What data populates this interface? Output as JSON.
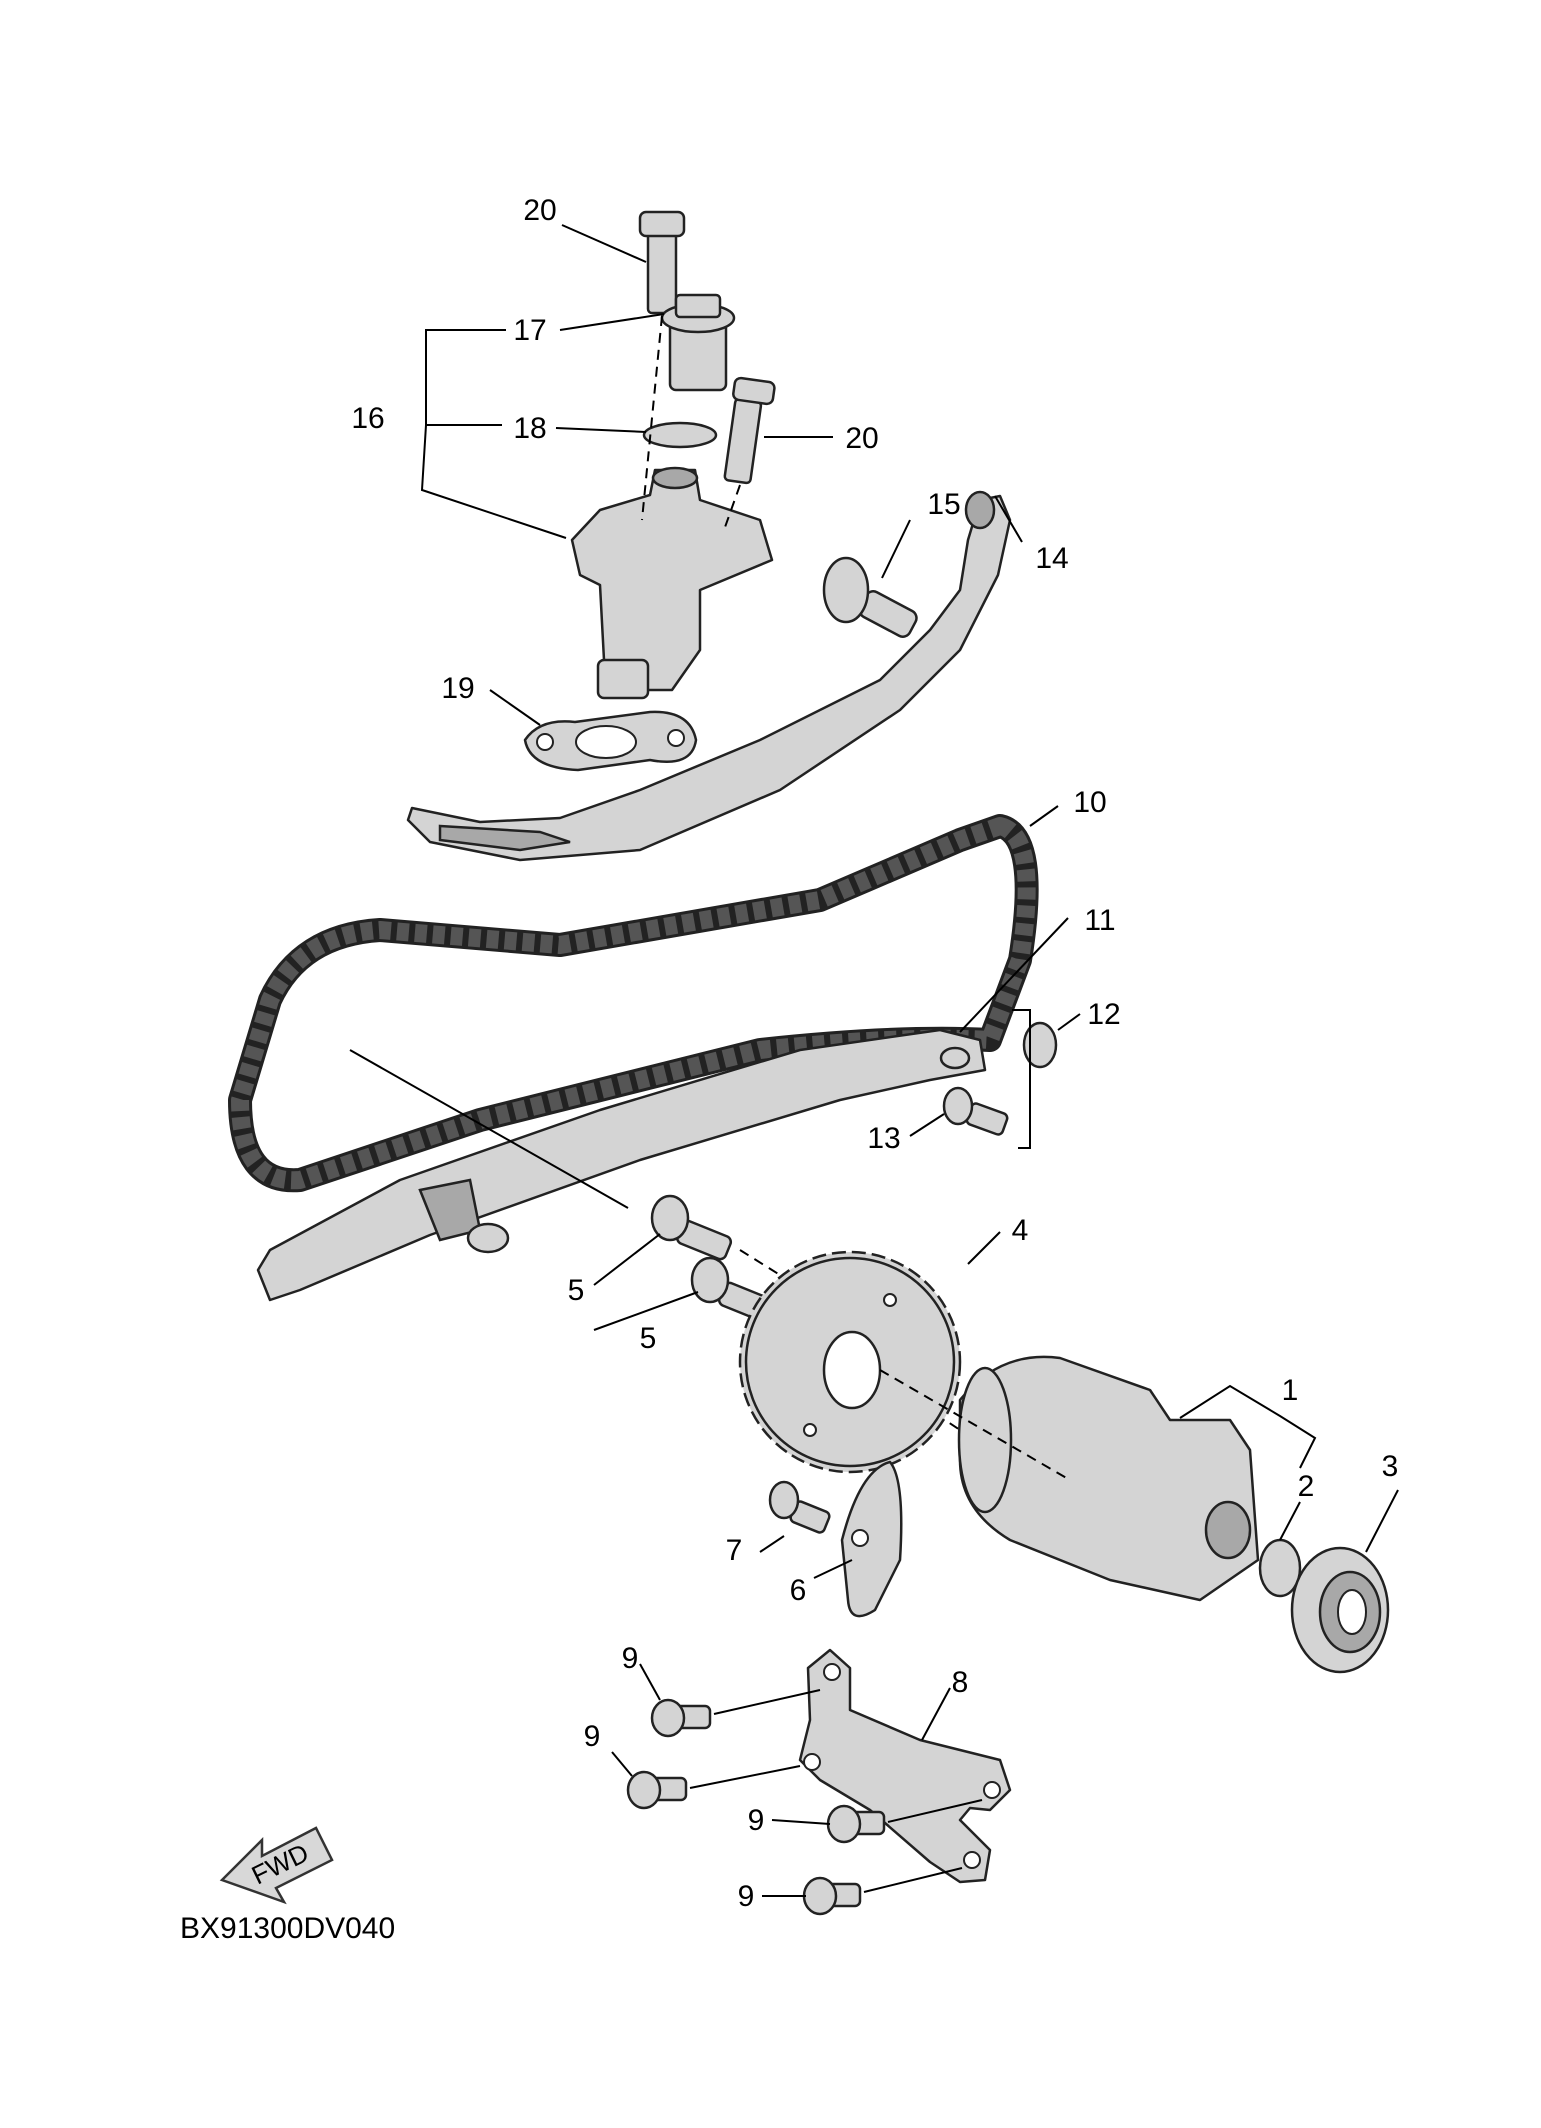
{
  "diagram": {
    "code": "BX91300DV040",
    "fwd_label": "FWD",
    "callouts": {
      "c1": "1",
      "c2": "2",
      "c3": "3",
      "c4": "4",
      "c5a": "5",
      "c5b": "5",
      "c6": "6",
      "c7": "7",
      "c8": "8",
      "c9a": "9",
      "c9b": "9",
      "c9c": "9",
      "c9d": "9",
      "c10": "10",
      "c11": "11",
      "c12": "12",
      "c13": "13",
      "c14": "14",
      "c15": "15",
      "c16": "16",
      "c17": "17",
      "c18": "18",
      "c19": "19",
      "c20a": "20",
      "c20b": "20"
    }
  }
}
